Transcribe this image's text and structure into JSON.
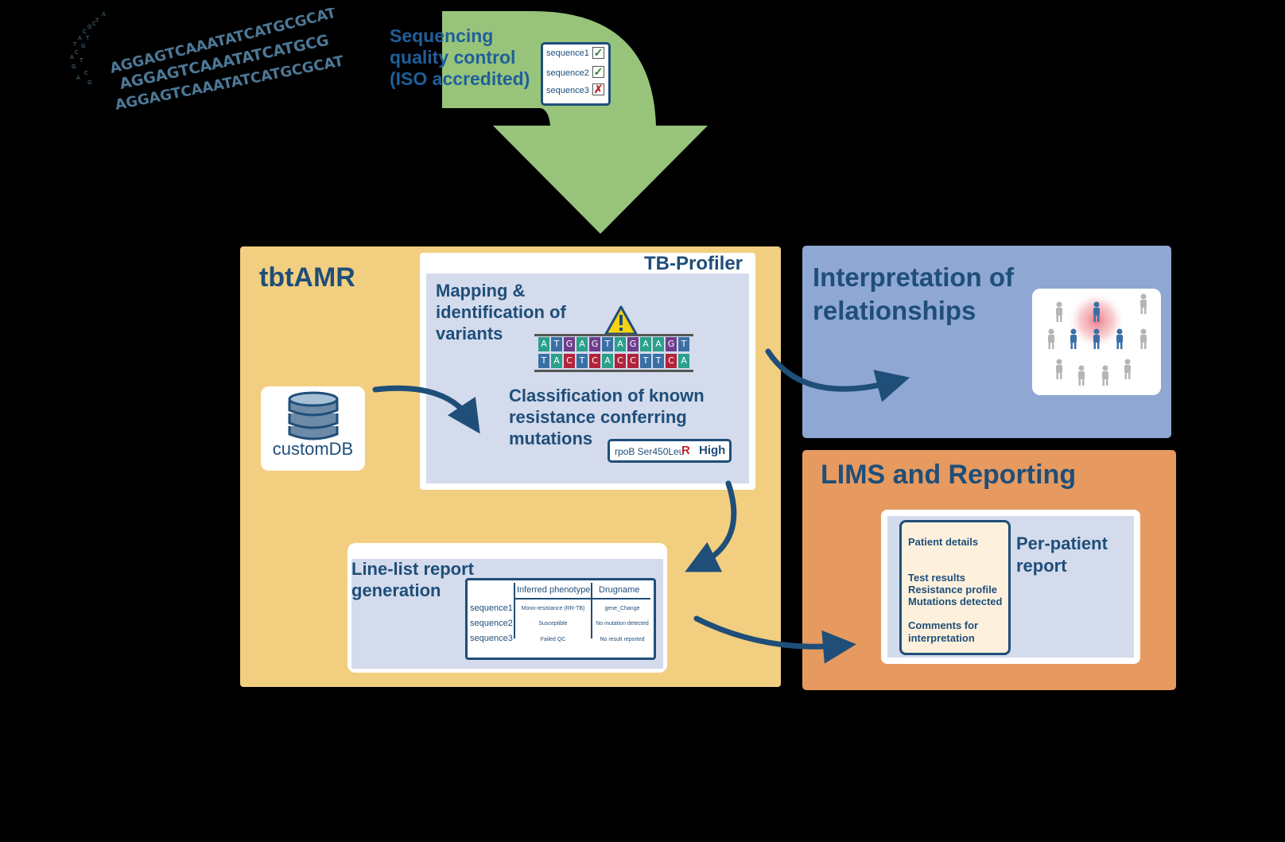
{
  "colors": {
    "navy": "#1f4e79",
    "qc_arrow_green": "#97c47a",
    "tbtamr_yellow": "#f2cf80",
    "interp_blue": "#8ea7d3",
    "lims_orange": "#e69a60",
    "panel_lavender": "#d3dbec",
    "resistance_red": "#c0232b"
  },
  "dna": {
    "lines": [
      "AGGAGTCAAATATCATGCGCAT",
      "AGGAGTCAAATATCATGCG",
      "AGGAGTCAAATATCATGCGCAT"
    ]
  },
  "qc": {
    "title": "Sequencing quality control (ISO accredited)",
    "items": [
      {
        "label": "sequence1",
        "status": "pass",
        "mark": "✓"
      },
      {
        "label": "sequence2",
        "status": "pass",
        "mark": "✓"
      },
      {
        "label": "sequence3",
        "status": "fail",
        "mark": "✗"
      }
    ]
  },
  "tbtamr": {
    "title": "tbtAMR",
    "customdb_label": "customDB",
    "tbprofiler": {
      "title": "TB-Profiler",
      "mapping_text": "Mapping & identification of variants",
      "variant_top": [
        "A",
        "T",
        "G",
        "A",
        "G",
        "T",
        "A",
        "G",
        "A",
        "A",
        "G",
        "T"
      ],
      "variant_bottom": [
        "T",
        "A",
        "C",
        "T",
        "C",
        "A",
        "C",
        "C",
        "T",
        "T",
        "C",
        "A"
      ],
      "classification_text": "Classification of known resistance conferring mutations",
      "badge": {
        "mutation": "rpoB Ser450Leu",
        "call": "R",
        "level": "High"
      }
    },
    "linelist": {
      "title": "Line-list report generation",
      "headers": [
        "Inferred phenotype",
        "Drugname"
      ],
      "rows": [
        {
          "sample": "sequence1",
          "phenotype": "Mono-resistance (RR-TB)",
          "drug": "gene_Change"
        },
        {
          "sample": "sequence2",
          "phenotype": "Susceptible",
          "drug": "No mutation detected"
        },
        {
          "sample": "sequence3",
          "phenotype": "Failed QC",
          "drug": "No result reported"
        }
      ]
    }
  },
  "interpretation": {
    "title": "Interpretation of relationships"
  },
  "lims": {
    "title": "LIMS and Reporting",
    "patient_card": {
      "details": "Patient details",
      "test_results": "Test results",
      "resistance_profile": "Resistance profile",
      "mutations": "Mutations detected",
      "comments": "Comments for interpretation"
    },
    "report_title": "Per-patient report"
  }
}
